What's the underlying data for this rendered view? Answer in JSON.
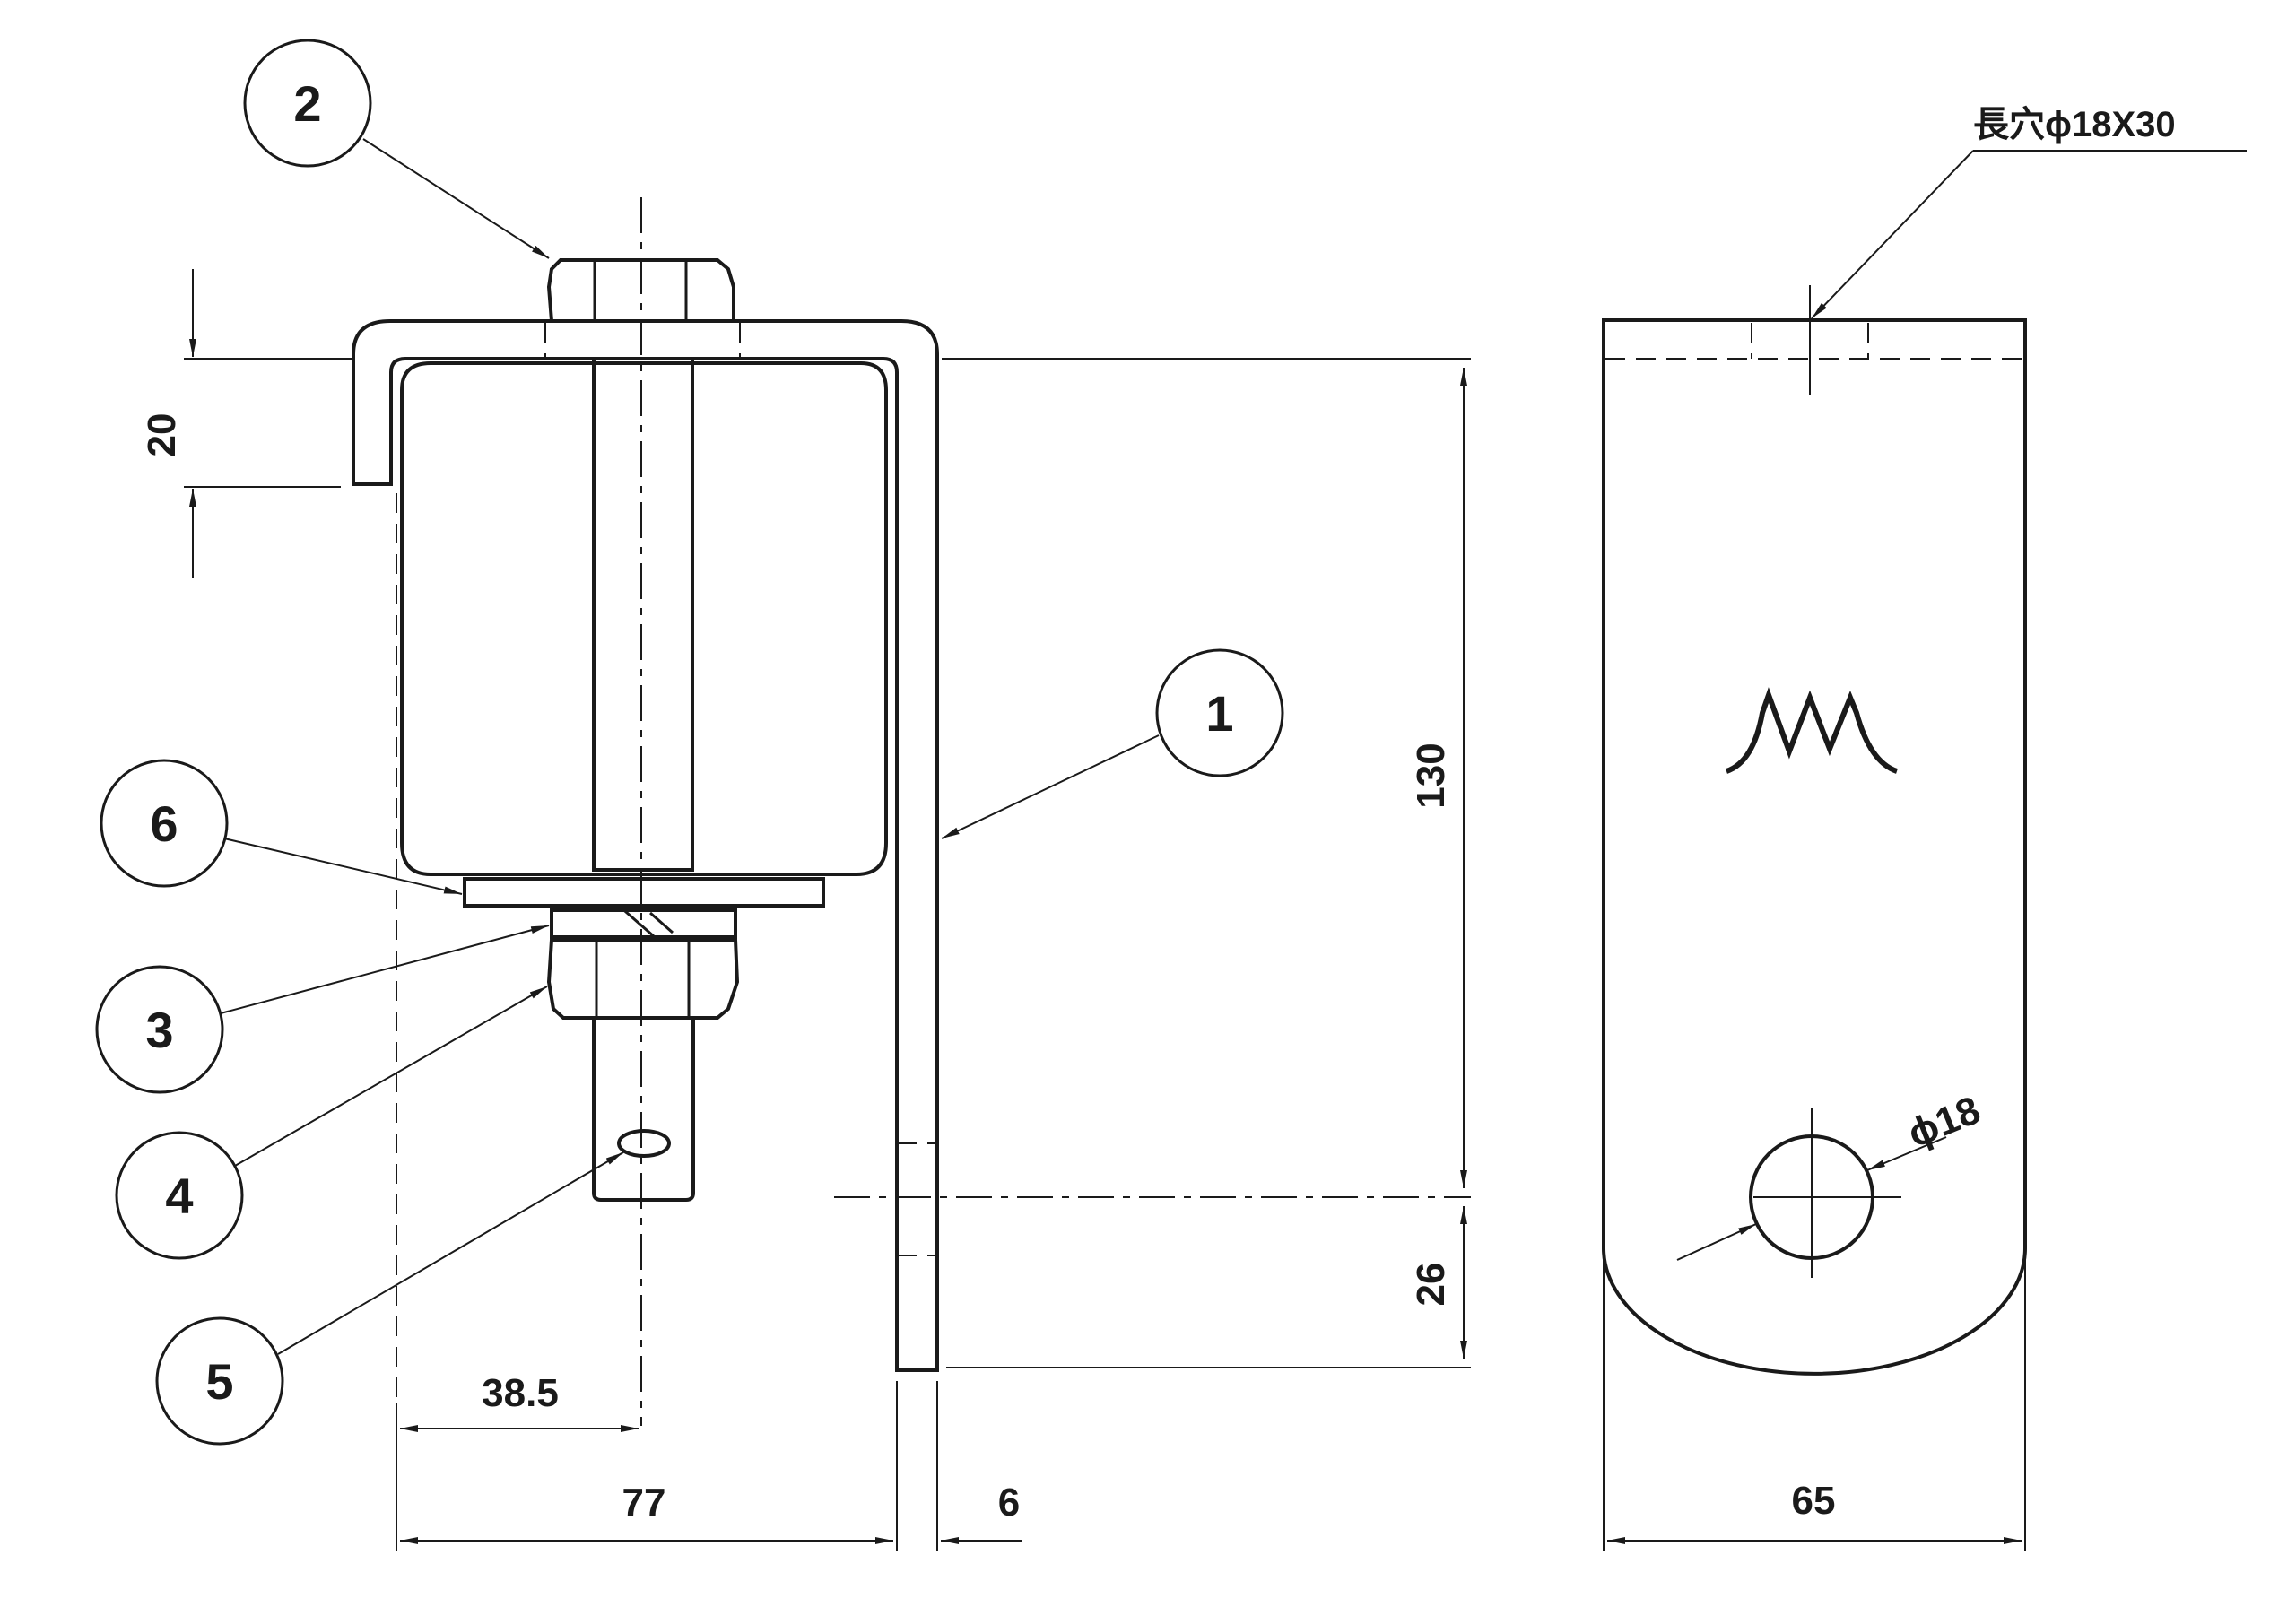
{
  "balloons": [
    "1",
    "2",
    "3",
    "4",
    "5",
    "6"
  ],
  "dimensions": {
    "hook_height": "20",
    "height_main": "130",
    "height_lower": "26",
    "bolt_offset": "38.5",
    "inner_width": "77",
    "plate_thickness": "6",
    "plate_width": "65",
    "hole_diameter": "ϕ18"
  },
  "note_slot": "長穴ϕ18X30",
  "logo_icon": "mountain-logo-icon"
}
